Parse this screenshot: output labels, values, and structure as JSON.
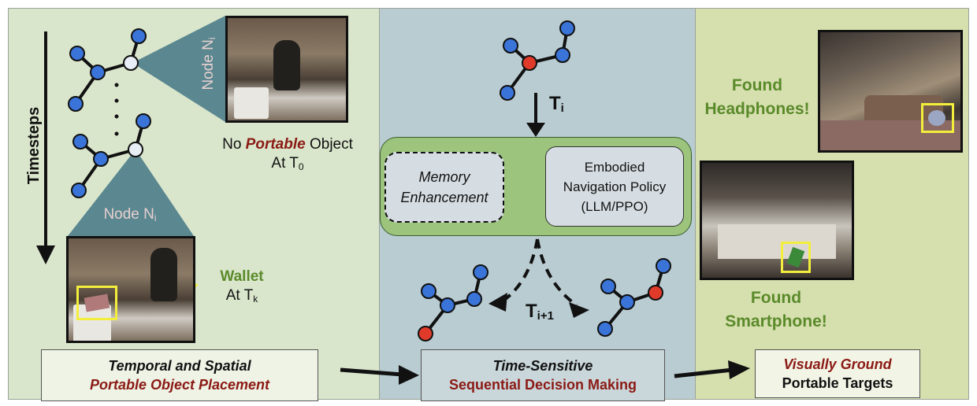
{
  "colors": {
    "left_bg": "#d9e6cc",
    "mid_bg": "#b9ccd2",
    "right_bg": "#d6dfae",
    "node_blue": "#3a74d8",
    "node_red": "#e03a2a",
    "node_white": "#e8eef6",
    "policy_green": "#9cc47c",
    "accent_green": "#5a8a2a",
    "accent_red": "#8b1a14",
    "highlight_yellow": "#f3ee3c"
  },
  "left": {
    "timesteps_label": "Timesteps",
    "node_label_top": "Node N",
    "node_label_top_sub": "i",
    "node_label_bottom": "Node N",
    "node_label_bottom_sub": "i",
    "no_portable_prefix": "No ",
    "no_portable_emph": "Portable",
    "no_portable_suffix": " Object",
    "at_t0": "At T",
    "at_t0_sub": "0",
    "wallet_label": "Wallet",
    "at_tk": "At T",
    "at_tk_sub": "k",
    "footer_line1": "Temporal and Spatial",
    "footer_line2": "Portable Object Placement"
  },
  "middle": {
    "t_i": "T",
    "t_i_sub": "i",
    "memory_line1": "Memory",
    "memory_line2": "Enhancement",
    "policy_line1": "Embodied",
    "policy_line2": "Navigation Policy",
    "policy_line3": "(LLM/PPO)",
    "t_next": "T",
    "t_next_sub": "i+1",
    "footer_line1": "Time-Sensitive",
    "footer_line2": "Sequential Decision Making"
  },
  "right": {
    "found1_line1": "Found",
    "found1_line2": "Headphones!",
    "found2_line1": "Found",
    "found2_line2": "Smartphone!",
    "footer_line1": "Visually Ground",
    "footer_line2": "Portable Targets"
  }
}
